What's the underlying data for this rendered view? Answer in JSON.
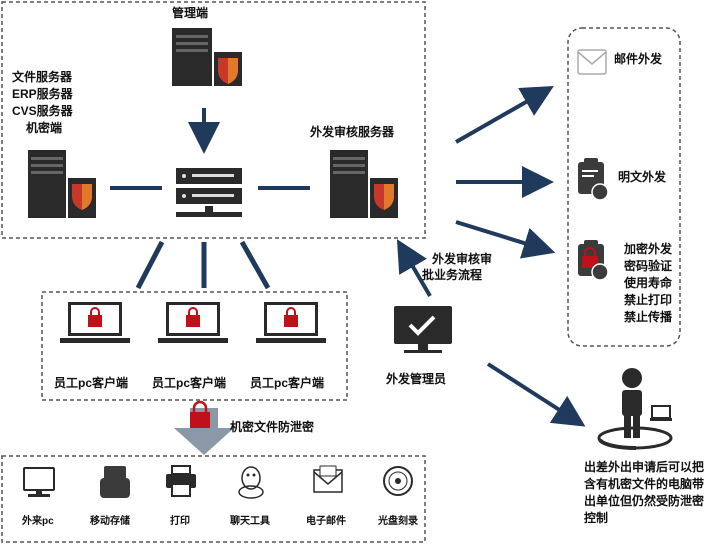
{
  "colors": {
    "navy": "#1f3a5c",
    "server": "#2a2a2a",
    "shield_red": "#c8382a",
    "shield_orange": "#e07a2a",
    "lock_red": "#c0101a",
    "icon_gray": "#3b3b3b"
  },
  "labels": {
    "admin": "管理端",
    "servers": [
      "文件服务器",
      "ERP服务器",
      "CVS服务器",
      "机密端"
    ],
    "audit_server": "外发审核服务器",
    "audit_flow": [
      "外发审核审",
      "批业务流程"
    ],
    "client": "员工pc客户端",
    "admin_user": "外发管理员",
    "protect": "机密文件防泄密",
    "travel": [
      "出差外出申请后可以把",
      "含有机密文件的电脑带",
      "出单位但仍然受防泄密",
      "控制"
    ]
  },
  "outputs": {
    "email": "邮件外发",
    "plain": "明文外发",
    "encrypted": [
      "加密外发",
      "密码验证",
      "使用寿命",
      "禁止打印",
      "禁止传播"
    ]
  },
  "channels": [
    {
      "label": "外来pc",
      "icon": "monitor-icon"
    },
    {
      "label": "移动存储",
      "icon": "usb-drive-icon"
    },
    {
      "label": "打印",
      "icon": "printer-icon"
    },
    {
      "label": "聊天工具",
      "icon": "chat-penguin-icon"
    },
    {
      "label": "电子邮件",
      "icon": "envelope-icon"
    },
    {
      "label": "光盘刻录",
      "icon": "disc-icon"
    }
  ]
}
